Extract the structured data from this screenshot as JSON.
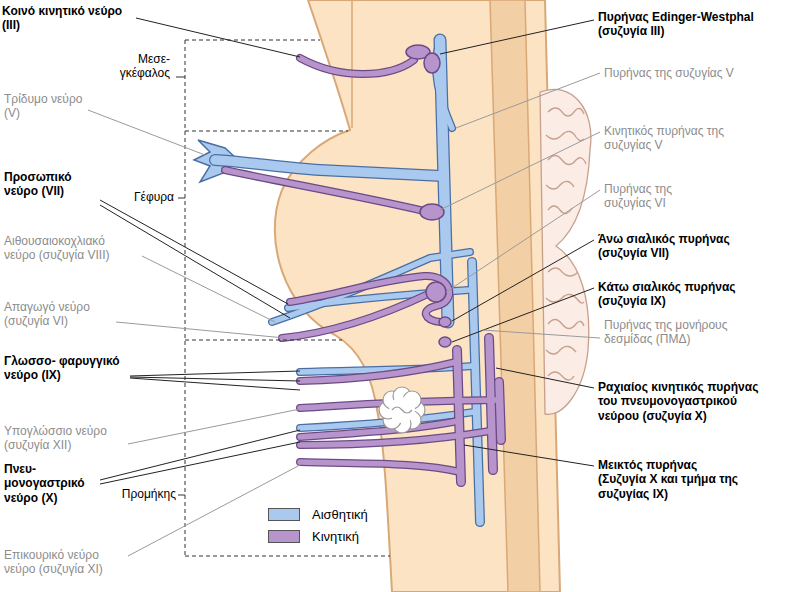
{
  "diagram": {
    "labels": [
      "Κοινό κινητικό νεύρο (III)",
      "Μεσε- γκέφαλος",
      "Τρίδυμο νεύρο (V)",
      "Γέφυρα",
      "Προσωπικό νεύρο (VII)",
      "Αιθουσαιοκοχλιακό νεύρο (συζυγία VIII)",
      "Απαγωγό νεύρο (συζυγία VI)",
      "Γλωσσο- φαρυγγικό νεύρο (IX)",
      "Υπογλώσσιο νεύρο (συζυγία XII)",
      "Πνευ- μονογαστρικό νεύρο (X)",
      "Προμήκης",
      "Επικουρικό νεύρο νεύρο (συζυγία XI)",
      "Πυρήνας Edinger-Westphal (συζυγία III)",
      "Πυρήνας της συζυγίας V",
      "Κινητικός πυρήνας της συζυγίας V",
      "Πυρήνας της συζυγίας VI",
      "Άνω σιαλικός πυρήνας (συζυγία VII)",
      "Κάτω σιαλικός πυρήνας (συζυγία IX)",
      "Πυρήνας της μονήρους δεσμίδας (ΠΜΔ)",
      "Ραχιαίος κινητικός πυρήνας του πνευμονογαστρικού νεύρου (συζυγία X)",
      "Μεικτός πυρήνας (Συζυγία X και τμήμα της συζυγίας IX)"
    ],
    "legend": [
      {
        "text": "Αισθητική",
        "color": "#a9c9ef"
      },
      {
        "text": "Κινητική",
        "color": "#b794cc"
      }
    ]
  }
}
